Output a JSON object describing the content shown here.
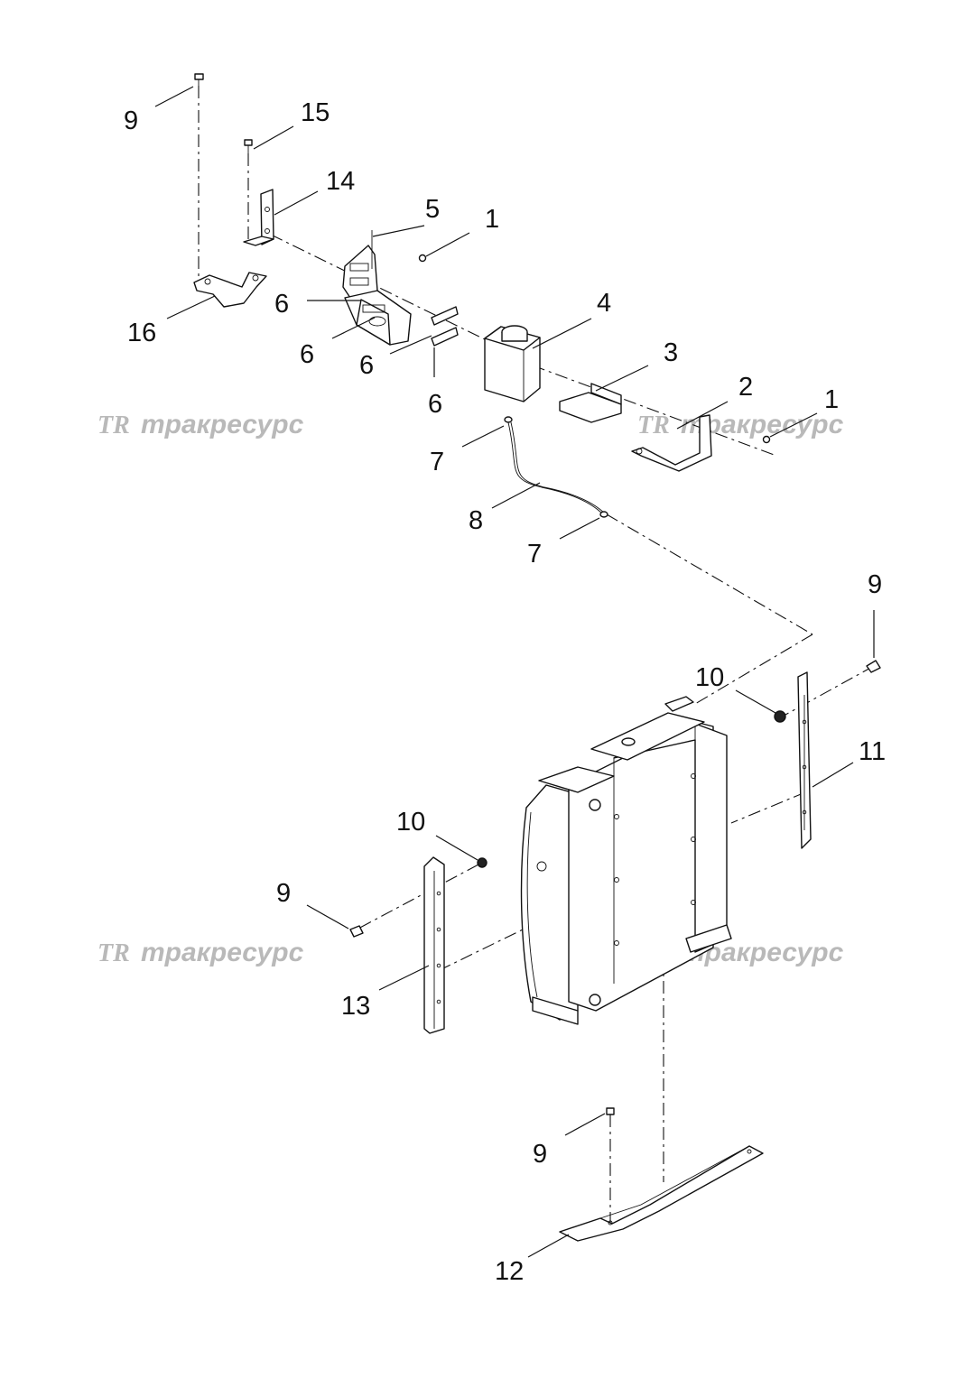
{
  "watermark": {
    "logo": "TR",
    "brand": "тракресурс"
  },
  "callouts": [
    {
      "id": "c9a",
      "text": "9"
    },
    {
      "id": "c15",
      "text": "15"
    },
    {
      "id": "c14",
      "text": "14"
    },
    {
      "id": "c5",
      "text": "5"
    },
    {
      "id": "c1a",
      "text": "1"
    },
    {
      "id": "c16",
      "text": "16"
    },
    {
      "id": "c6a",
      "text": "6"
    },
    {
      "id": "c6b",
      "text": "6"
    },
    {
      "id": "c6c",
      "text": "6"
    },
    {
      "id": "c6d",
      "text": "6"
    },
    {
      "id": "c4",
      "text": "4"
    },
    {
      "id": "c3",
      "text": "3"
    },
    {
      "id": "c2",
      "text": "2"
    },
    {
      "id": "c1b",
      "text": "1"
    },
    {
      "id": "c7a",
      "text": "7"
    },
    {
      "id": "c8",
      "text": "8"
    },
    {
      "id": "c7b",
      "text": "7"
    },
    {
      "id": "c9b",
      "text": "9"
    },
    {
      "id": "c10a",
      "text": "10"
    },
    {
      "id": "c11",
      "text": "11"
    },
    {
      "id": "c10b",
      "text": "10"
    },
    {
      "id": "c9c",
      "text": "9"
    },
    {
      "id": "c13",
      "text": "13"
    },
    {
      "id": "c9d",
      "text": "9"
    },
    {
      "id": "c12",
      "text": "12"
    }
  ]
}
